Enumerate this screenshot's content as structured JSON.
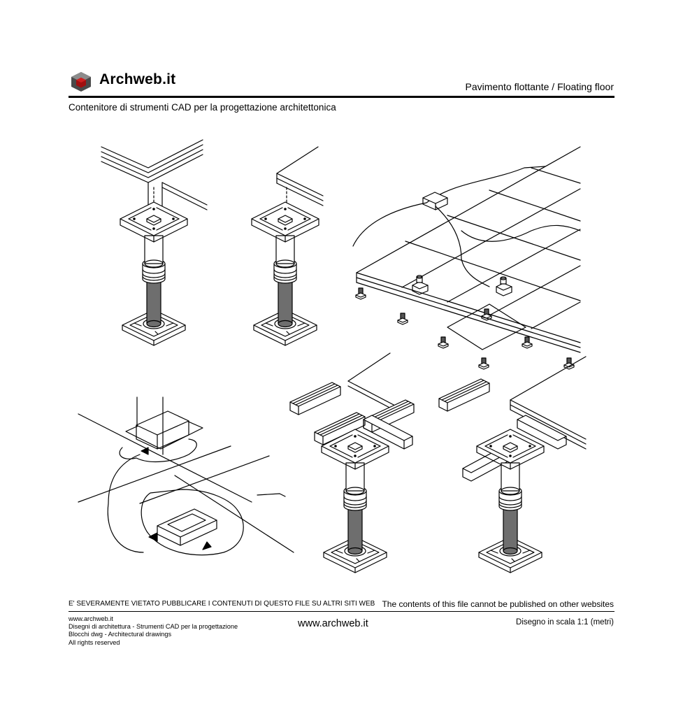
{
  "header": {
    "brand": "Archweb.it",
    "title": "Pavimento flottante  /  Floating floor",
    "subtitle": "Contenitore di strumenti CAD per la progettazione architettonica"
  },
  "footer": {
    "warning_it": "E' SEVERAMENTE VIETATO PUBBLICARE I CONTENUTI DI QUESTO FILE SU ALTRI SITI WEB",
    "warning_en": "The contents of this file cannot be published on other websites",
    "lines": [
      "www.archweb.it",
      "Disegni di architettura - Strumenti CAD  per la progettazione",
      "Blocchi dwg - Architectural drawings",
      "All rights reserved"
    ],
    "url": "www.archweb.it",
    "scale": "Disegno in scala 1:1 (metri)"
  },
  "colors": {
    "logo_dark": "#4a4a4a",
    "logo_light": "#8c8c8c",
    "logo_red": "#a01010",
    "column_fill": "#6e6e6e"
  }
}
